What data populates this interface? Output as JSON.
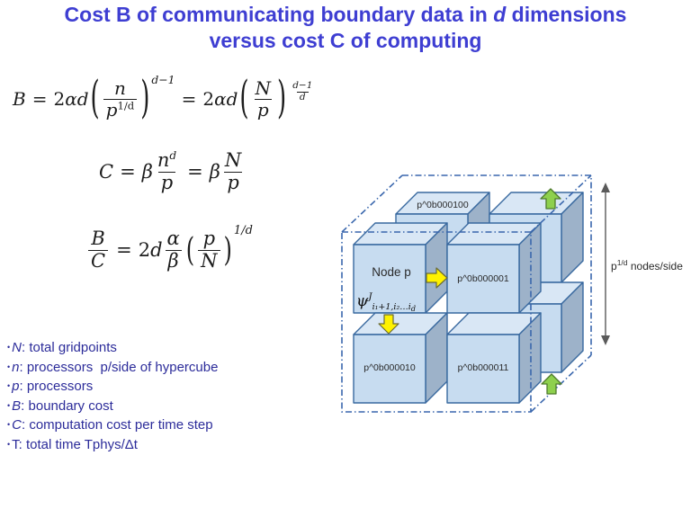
{
  "slide": {
    "title": {
      "line1_pre": "Cost B of communicating boundary data in ",
      "line1_em": "d",
      "line1_post": " dimensions",
      "line2": "versus cost C of computing"
    }
  },
  "sym": {
    "lp": "(",
    "rp": ")",
    "eq": "="
  },
  "formulas": {
    "b": {
      "lhs": "B",
      "two": "2",
      "ad": "αd",
      "num": "n",
      "den": "p",
      "densup": "1/d",
      "exp": "d−1",
      "two2": "2",
      "ad2": "αd",
      "num2": "N",
      "den2": "p",
      "expnum": "d−1",
      "expden": "d"
    },
    "c": {
      "lhs": "C",
      "beta": "β",
      "num": "n",
      "numsup": "d",
      "den": "p",
      "beta2": "β",
      "num2": "N",
      "den2": "p"
    },
    "ratio": {
      "num": "B",
      "den": "C",
      "two": "2",
      "d": "d",
      "anum": "α",
      "aden": "β",
      "pnum": "p",
      "pden": "N",
      "exp": "1/d"
    }
  },
  "bullets": {
    "marker": "•",
    "items": [
      {
        "v": "N",
        "text": ": total gridpoints"
      },
      {
        "v": "n",
        "text": ": processors  p/side of hypercube"
      },
      {
        "v": "p",
        "text": ": processors"
      },
      {
        "v": "B",
        "text": ": boundary cost"
      },
      {
        "v": "C",
        "text": ": computation cost per time step"
      },
      {
        "v": "T",
        "text": ": total time Tphys/Δt"
      }
    ]
  },
  "diagram": {
    "cube_back_top": "p^0b000100",
    "cube_node": "Node p",
    "cube_right": "p^0b000001",
    "cube_bottom_left": "p^0b000010",
    "cube_bottom_right": "p^0b000011",
    "psi": {
      "base": "ψ",
      "sup": "J",
      "sub": "i₁+1,i₂…i",
      "subd": "d"
    },
    "side_label": {
      "base": "p",
      "sup": "1/d",
      "rest": " nodes/side"
    },
    "colors": {
      "cube_front": "#c7dcf0",
      "cube_top": "#d9e7f5",
      "cube_side": "#9db2c9",
      "cube_stroke": "#39699f",
      "dash_blue": "#3a67ad",
      "arrow_yellow": "#fff200",
      "arrow_green": "#8ed04d",
      "arrow_gray": "#5a5a5a",
      "title_blue": "#3e3ed2",
      "bullet_blue": "#2c2c9a"
    }
  }
}
